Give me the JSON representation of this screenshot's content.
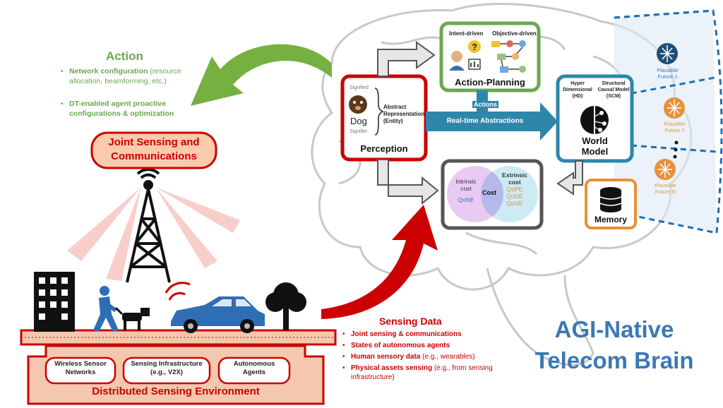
{
  "action": {
    "title": "Action",
    "items": [
      {
        "bold": "Network configuration",
        "rest": " (resource allocation, beamforming, etc.)"
      },
      {
        "bold": "DT-enabled agent proactive configurations & optimization",
        "rest": ""
      }
    ]
  },
  "jsc": {
    "line1": "Joint Sensing and",
    "line2": "Communications"
  },
  "environment": {
    "title": "Distributed Sensing Environment",
    "boxes": [
      {
        "line1": "Wireless Sensor",
        "line2": "Networks"
      },
      {
        "line1": "Sensing Infrastructure",
        "line2": "(e.g., V2X)"
      },
      {
        "line1": "Autonomous",
        "line2": "Agents"
      }
    ]
  },
  "sensing_data": {
    "title": "Sensing Data",
    "items": [
      {
        "bold": "Joint sensing & communications",
        "rest": ""
      },
      {
        "bold": "States of autonomous agents",
        "rest": ""
      },
      {
        "bold": "Human sensory data",
        "rest": " (e.g., wearables)"
      },
      {
        "bold": "Physical assets sensing",
        "rest": " (e.g., from sensing infrastructure)"
      }
    ]
  },
  "brain_title": {
    "line1": "AGI-Native",
    "line2": "Telecom Brain"
  },
  "perception": {
    "label": "Perception",
    "signified": "Signified",
    "signifier": "Signifier",
    "dog": "Dog",
    "abstract_line1": "Abstract",
    "abstract_line2": "Representation",
    "abstract_line3": "(Entity)"
  },
  "action_planning": {
    "label": "Action-Planning",
    "intent": "Intent-driven",
    "objective": "Objective-driven",
    "actions": "Actions"
  },
  "realtime": "Real-time Abstractions",
  "world_model": {
    "label_line1": "World",
    "label_line2": "Model",
    "hd_line1": "Hyper",
    "hd_line2": "Dimensional",
    "hd_line3": "(HD)",
    "scm_line1": "Structural",
    "scm_line2": "Causal Model",
    "scm_line3": "(SCM)"
  },
  "cost": {
    "intrinsic_line1": "Intrinsic",
    "intrinsic_line2": "cost",
    "intrinsic_metric": "QoNE",
    "center": "Cost",
    "extrinsic_line1": "Extrinsic",
    "extrinsic_line2": "cost",
    "extrinsic_metrics": [
      "QoPE",
      "QoDE",
      "QoVE"
    ]
  },
  "memory": "Memory",
  "futures": [
    {
      "line1": "Plausible",
      "line2": "Future 1"
    },
    {
      "line1": "Plausible",
      "line2": "Future 2"
    },
    {
      "line1": "Plausible",
      "line2": "Future N"
    }
  ],
  "colors": {
    "green": "#6aa84f",
    "red": "#cc0000",
    "blue": "#3c78b4",
    "navy": "#1f4e79",
    "orange": "#e69138",
    "teal": "#2e86ab",
    "salmon": "#f4c7ae"
  }
}
